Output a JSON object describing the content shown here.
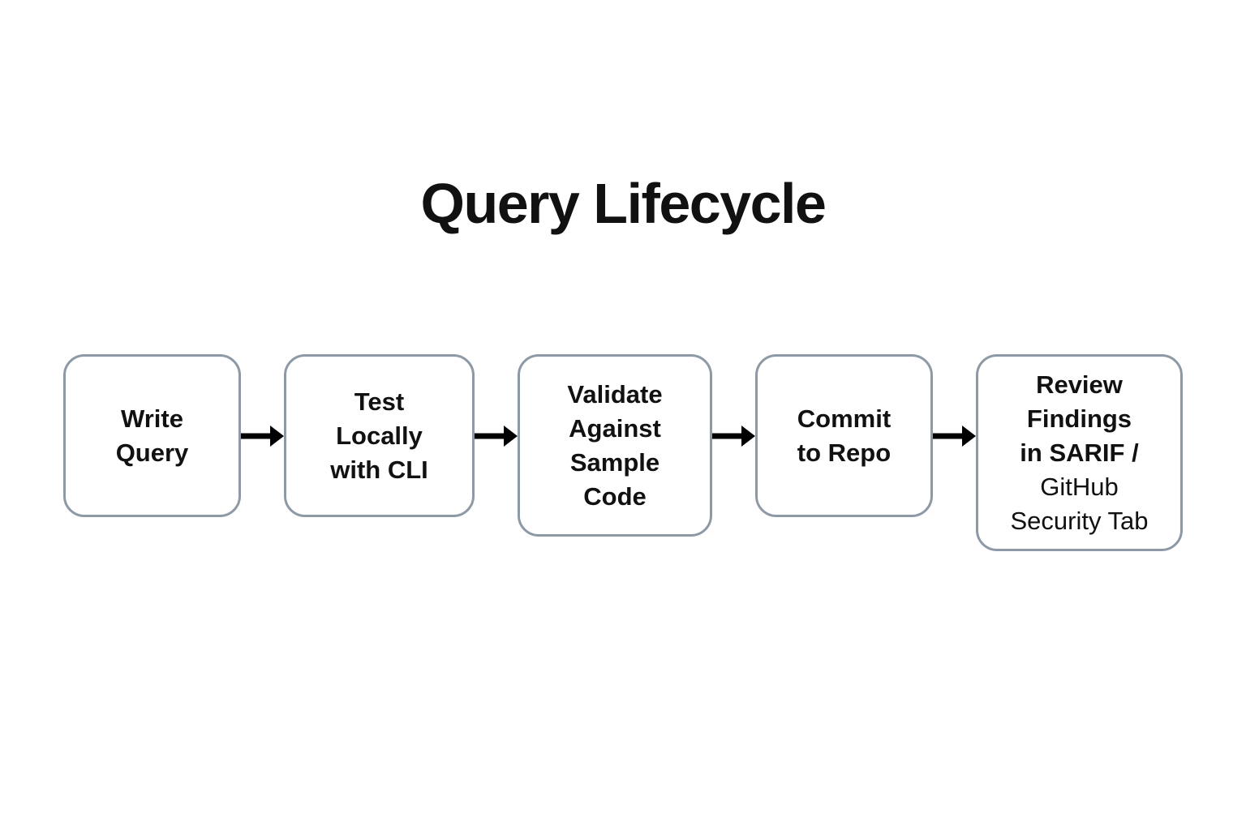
{
  "title": "Query Lifecycle",
  "colors": {
    "background": "#ffffff",
    "box_fill": "#ffffff",
    "box_border": "#8e99a6",
    "text": "#111111",
    "arrow": "#000000"
  },
  "flow": {
    "steps": [
      {
        "id": "write-query",
        "label": "Write\nQuery"
      },
      {
        "id": "test-locally-with-cli",
        "label": "Test\nLocally\nwith CLI"
      },
      {
        "id": "validate-against-sample-code",
        "label": "Validate\nAgainst\nSample\nCode"
      },
      {
        "id": "commit-to-repo",
        "label": "Commit\nto Repo"
      },
      {
        "id": "review-findings",
        "label_bold": "Review\nFindings\nin SARIF /",
        "label_regular": "GitHub\nSecurity Tab"
      }
    ]
  }
}
